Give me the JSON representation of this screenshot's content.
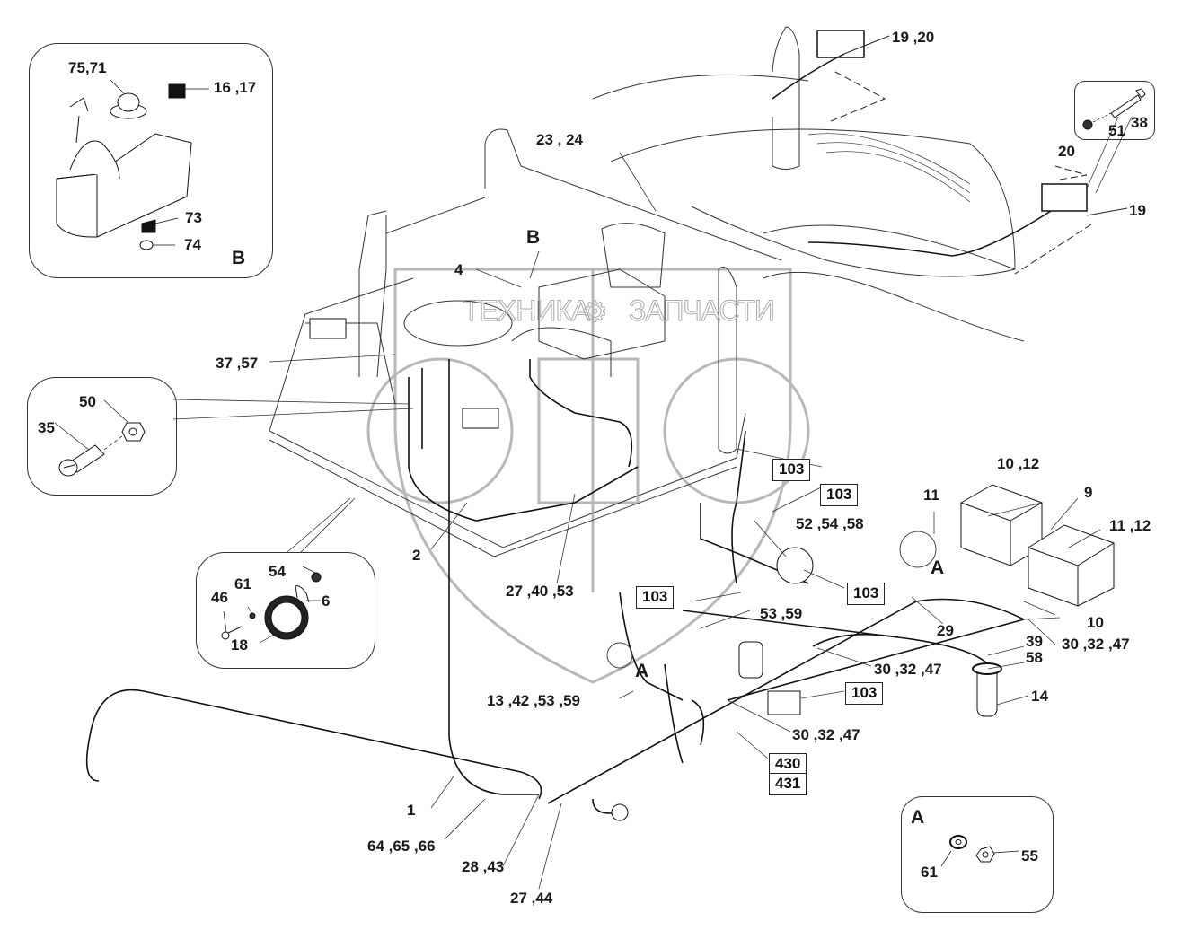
{
  "watermark": {
    "text_left": "ТЕХНИКА",
    "text_right": "ЗАПЧАСТИ",
    "logo": "ЭПФ",
    "gear_icon": "gear-icon"
  },
  "insets": {
    "B": {
      "title": "B",
      "labels": [
        "75,71",
        "16 ,17",
        "73",
        "74"
      ]
    },
    "bolt_nut": {
      "labels": [
        "50",
        "35"
      ]
    },
    "horn": {
      "labels": [
        "54",
        "61",
        "46",
        "6",
        "18"
      ]
    },
    "fastener_38_51": {
      "labels": [
        "38",
        "51"
      ]
    },
    "A": {
      "title": "A",
      "labels": [
        "61",
        "55"
      ]
    }
  },
  "callouts": {
    "c19_20": "19 ,20",
    "c20": "20",
    "c19": "19",
    "c23_24": "23 , 24",
    "cB": "B",
    "c4": "4",
    "c37_57": "37 ,57",
    "c2": "2",
    "c27_40_53": "27 ,40 ,53",
    "c52_54_58": "52 ,54 ,58",
    "c11": "11",
    "cA1": "A",
    "c10_12": "10 ,12",
    "c9": "9",
    "c11_12": "11 ,12",
    "c10": "10",
    "c29": "29",
    "c53_59": "53 ,59",
    "c30_32_47_a": "30 ,32 ,47",
    "c30_32_47_b": "30 ,32 ,47",
    "c30_32_47_c": "30 ,32 ,47",
    "c39": "39",
    "c58": "58",
    "c14": "14",
    "cA2": "A",
    "c13_42_53_59": "13 ,42 ,53 ,59",
    "c1": "1",
    "c64_65_66": "64 ,65 ,66",
    "c28_43": "28 ,43",
    "c27_44": "27 ,44"
  },
  "ref_boxes": {
    "r103_a": "103",
    "r103_b": "103",
    "r103_c": "103",
    "r103_d": "103",
    "r103_e": "103",
    "r430": "430",
    "r431": "431"
  }
}
